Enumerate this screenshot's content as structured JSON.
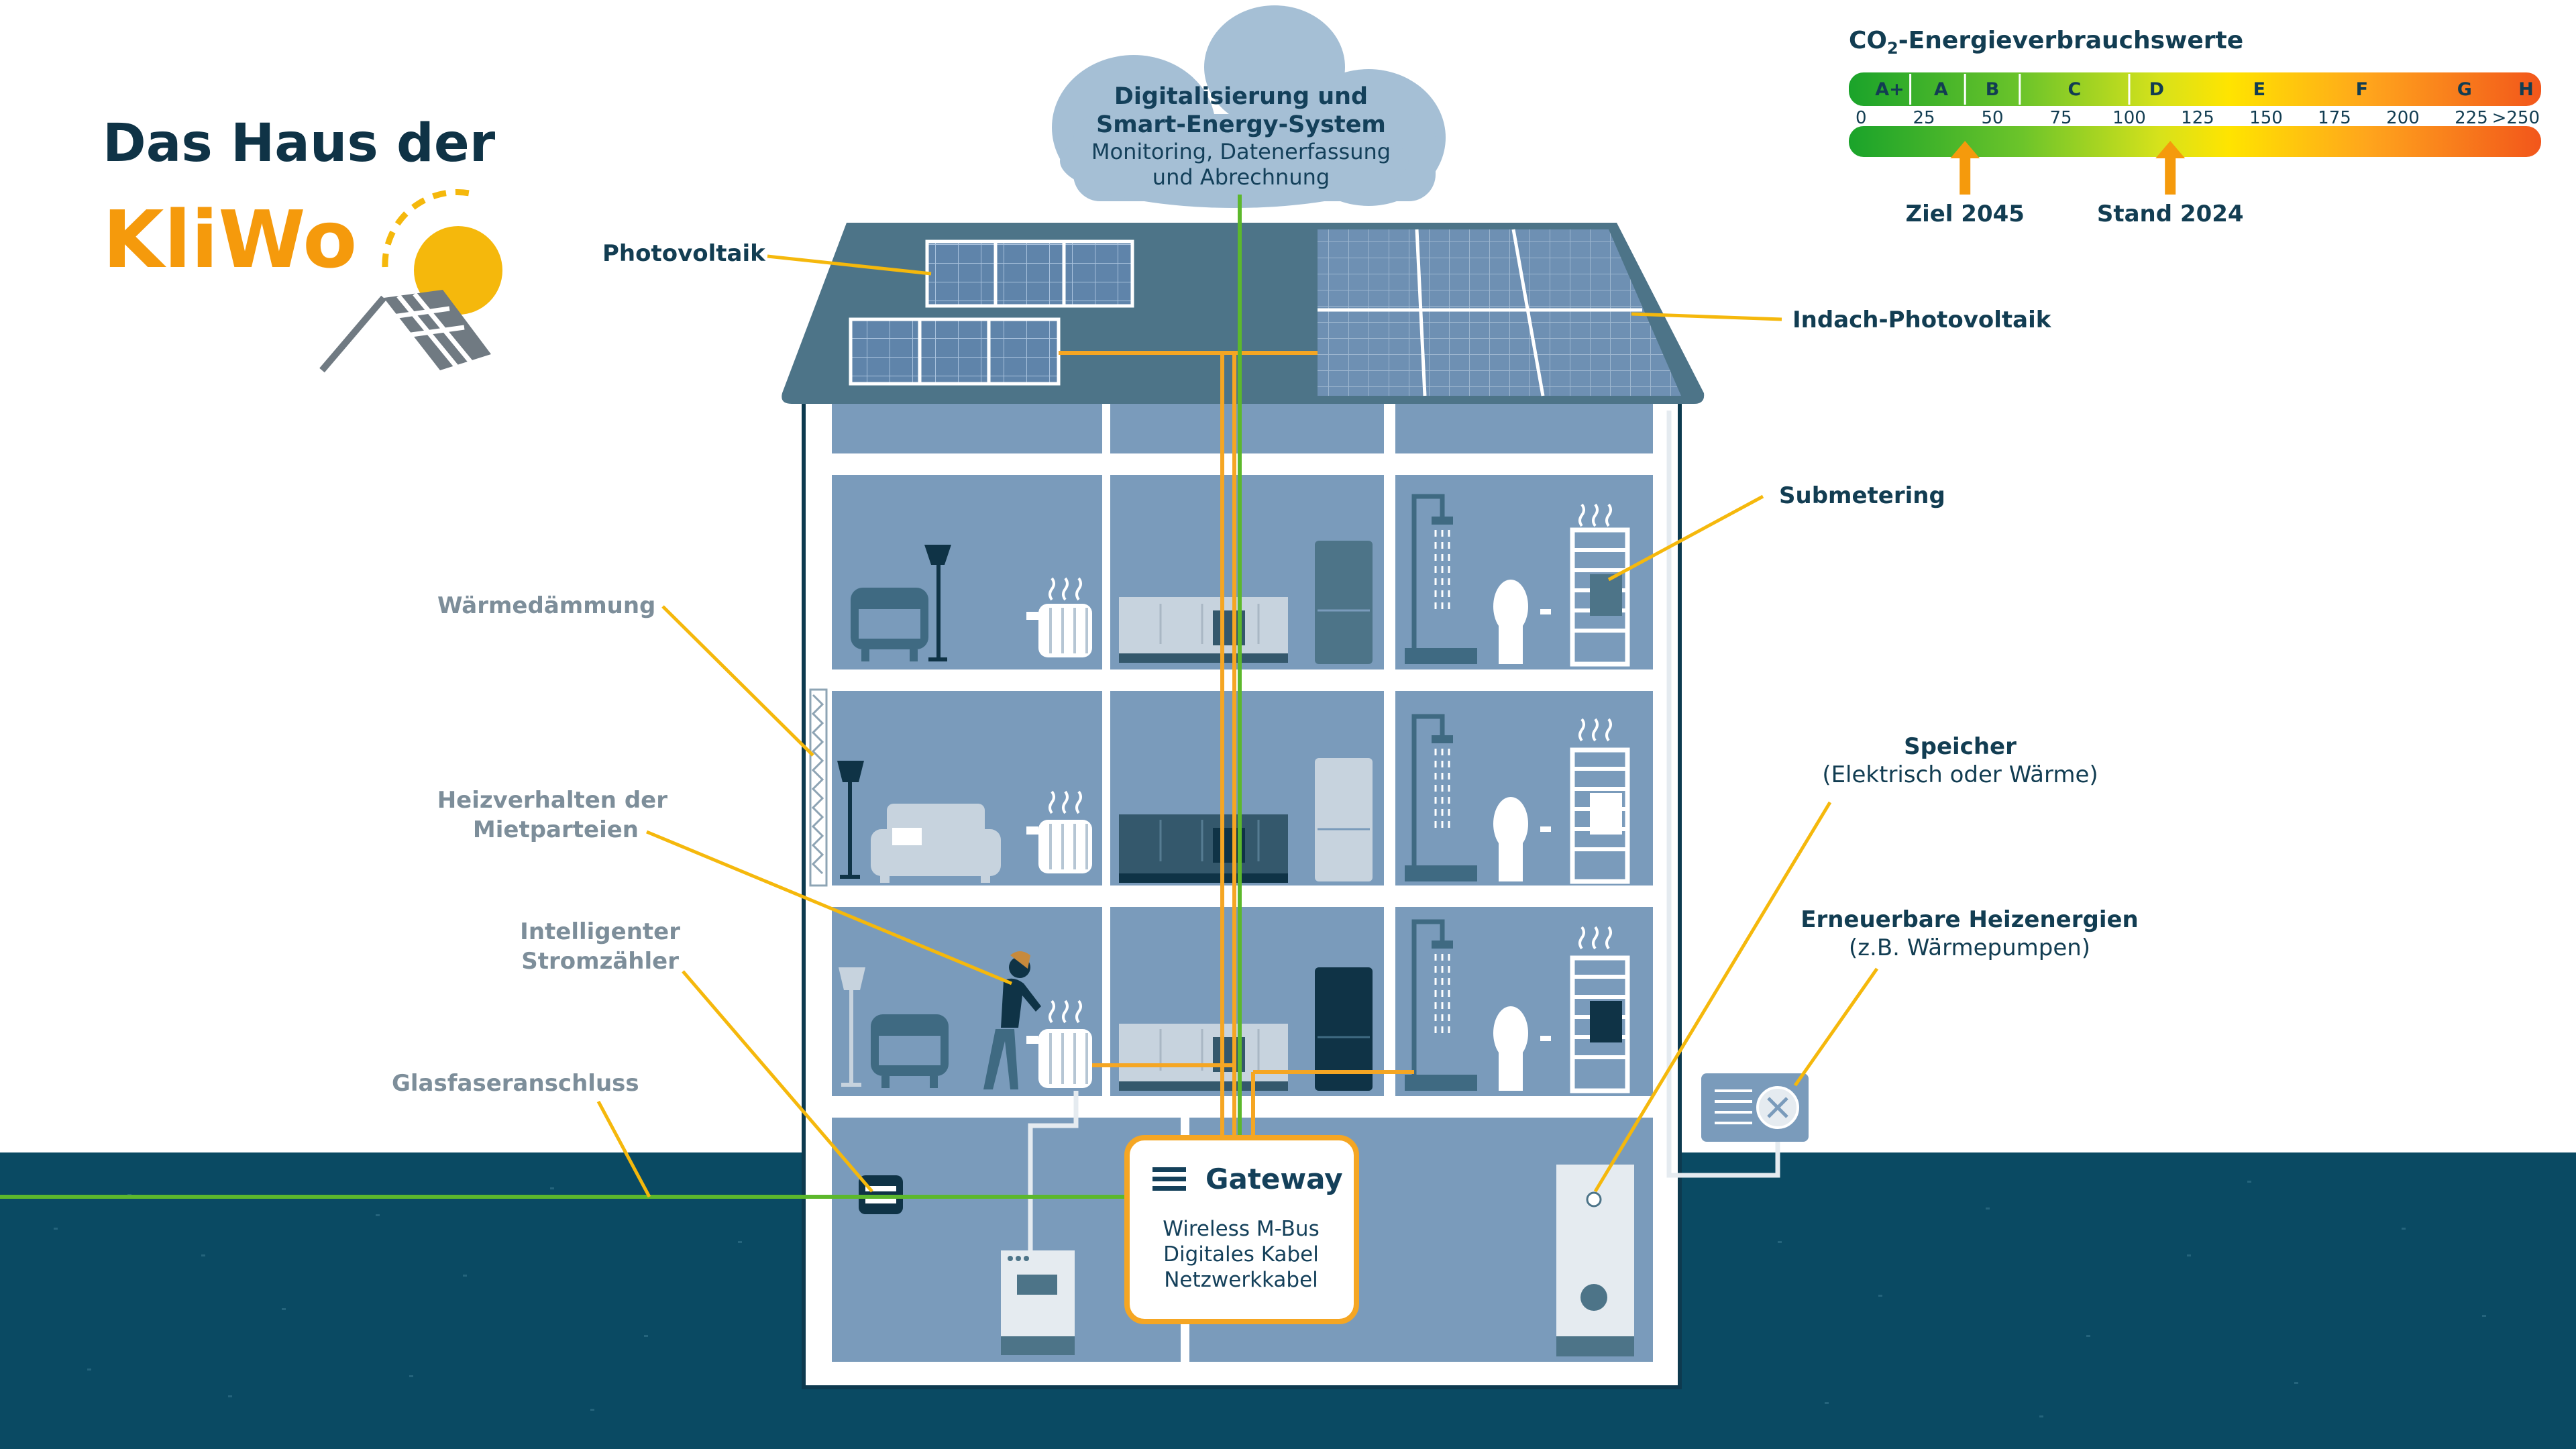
{
  "header": {
    "title_line1": "Das Haus der",
    "title_brand": "KliWo"
  },
  "cloud": {
    "line1": "Digitalisierung und",
    "line2": "Smart-Energy-System",
    "line3": "Monitoring, Datenerfassung",
    "line4": "und Abrechnung"
  },
  "labels": {
    "photovoltaik": "Photovoltaik",
    "indach": "Indach-Photovoltaik",
    "submetering": "Submetering",
    "waermedaemmung": "Wärmedämmung",
    "heizverhalten_1": "Heizverhalten der",
    "heizverhalten_2": "Mietparteien",
    "stromzaehler_1": "Intelligenter",
    "stromzaehler_2": "Stromzähler",
    "glasfaser": "Glasfaseranschluss",
    "speicher_1": "Speicher",
    "speicher_2": "(Elektrisch oder Wärme)",
    "heizenergien_1": "Erneuerbare Heizenergien",
    "heizenergien_2": "(z.B. Wärmepumpen)"
  },
  "gateway": {
    "title": "Gateway",
    "line1": "Wireless M-Bus",
    "line2": "Digitales Kabel",
    "line3": "Netzwerkkabel"
  },
  "energy_scale": {
    "title_prefix": "CO",
    "title_sub": "2",
    "title_suffix": "-Energieverbrauchswerte",
    "classes": [
      "A+",
      "A",
      "B",
      "C",
      "D",
      "E",
      "F",
      "G",
      "H"
    ],
    "ticks": [
      "0",
      "25",
      "50",
      "75",
      "100",
      "125",
      "150",
      "175",
      "200",
      "225",
      ">250"
    ],
    "markers": [
      {
        "label": "Ziel 2045",
        "value": 40
      },
      {
        "label": "Stand 2024",
        "value": 115
      }
    ]
  },
  "colors": {
    "ground": "#0a4a63",
    "roof": "#4d7488",
    "room": "#7a9bbb",
    "accent": "#f5a623",
    "fiber": "#5cb82c"
  }
}
